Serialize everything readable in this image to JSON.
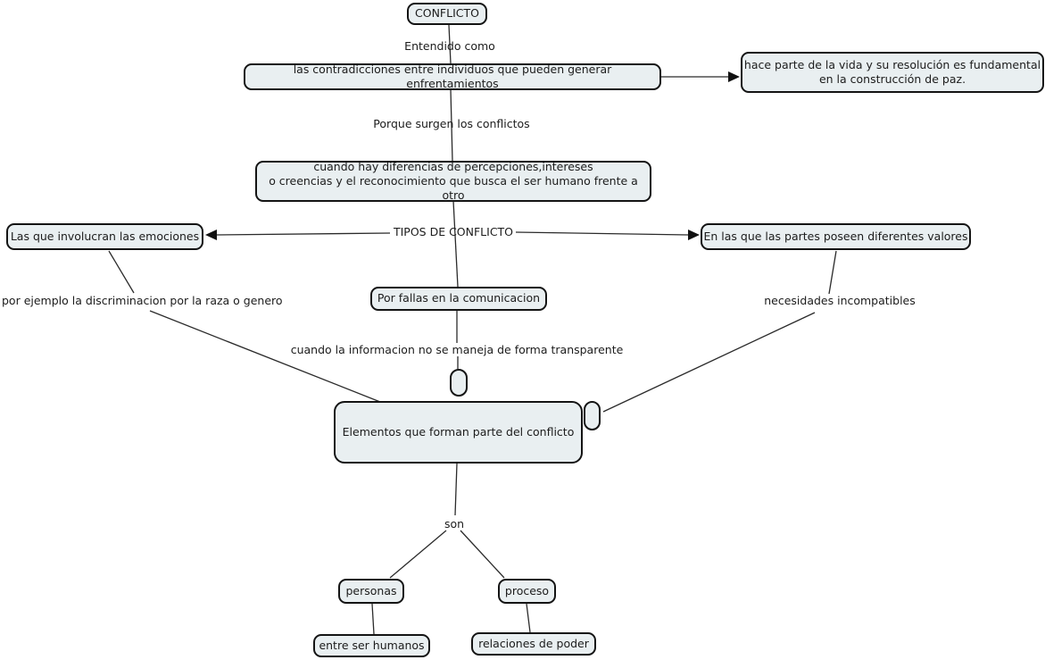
{
  "diagram": {
    "type": "concept-map",
    "topic": "CONFLICTO",
    "colors": {
      "node_fill": "#e9eff1",
      "node_border": "#141414",
      "connector": "#2b2b2b",
      "text": "#1c1c1c",
      "background": "#ffffff"
    },
    "nodes": {
      "conflicto": "CONFLICTO",
      "definicion": "las contradicciones entre individuos que pueden generar  enfrentamientos",
      "vida": "hace parte de la vida y su resolución es fundamental\nen la construcción de paz.",
      "causas": "cuando hay diferencias de percepciones,intereses\no creencias y el reconocimiento que busca el ser humano frente a otro",
      "emociones": "Las que involucran las emociones",
      "valores": "En las que las partes poseen diferentes valores",
      "comunicacion": "Por fallas en la comunicacion",
      "elementos": "Elementos que forman parte del conflicto",
      "personas": "personas",
      "proceso": "proceso",
      "entre_ser_humanos": "entre ser humanos",
      "relaciones_de_poder": "relaciones de poder"
    },
    "labels": {
      "entendido_como": "Entendido como",
      "porque_surgen": "Porque surgen los conflictos",
      "tipos_de_conflicto": "TIPOS DE CONFLICTO",
      "por_ejemplo": "por ejemplo la discriminacion por la raza o genero",
      "necesidades": "necesidades incompatibles",
      "cuando_informacion": "cuando la informacion no se maneja de forma transparente",
      "son": "son"
    }
  }
}
